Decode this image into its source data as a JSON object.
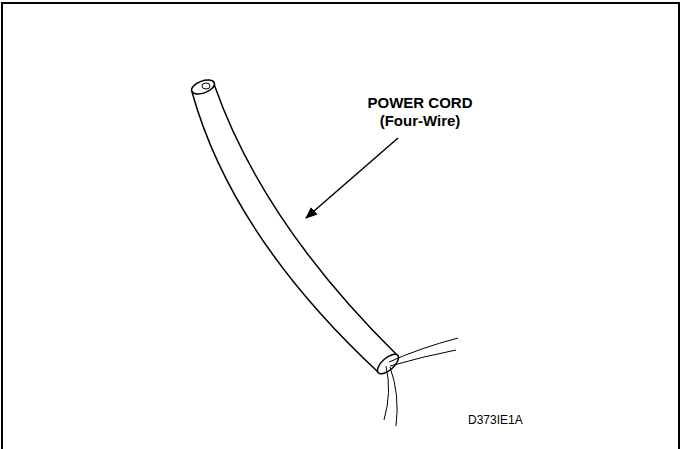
{
  "diagram": {
    "labels": [
      "POWER CORD",
      "(Four-Wire)",
      "D373IE1A"
    ]
  }
}
